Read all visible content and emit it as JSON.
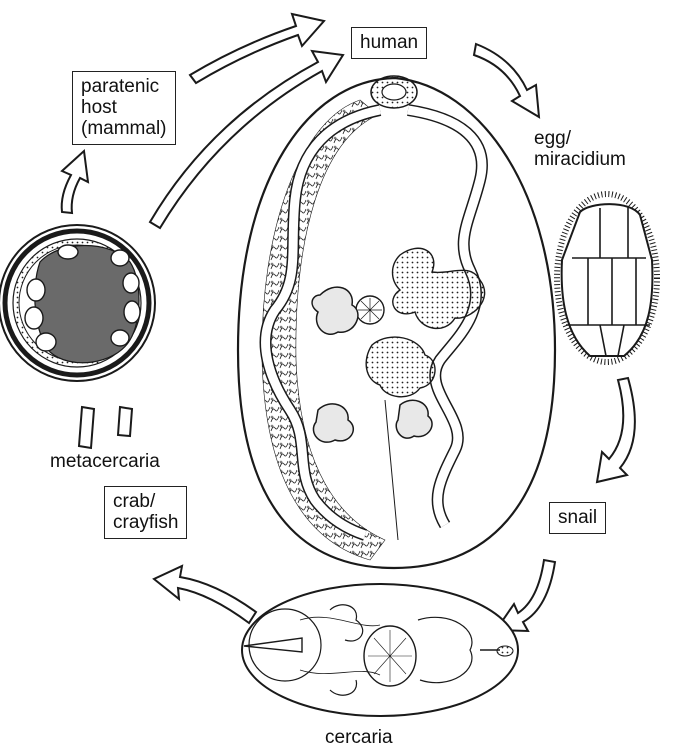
{
  "labels": {
    "human": "human",
    "egg": "egg/",
    "miracidium": "miracidium",
    "snail": "snail",
    "cercaria": "cercaria",
    "crab": "crab/",
    "crayfish": "crayfish",
    "metacercaria": "metacercaria",
    "paratenic_line1": "paratenic",
    "paratenic_line2": "host",
    "paratenic_line3": "(mammal)"
  },
  "colors": {
    "ink": "#1a1a1a",
    "cyst_core": "#6a6a6a",
    "organ_fill": "#bdbdbd",
    "arrow_fill": "#ffffff"
  }
}
